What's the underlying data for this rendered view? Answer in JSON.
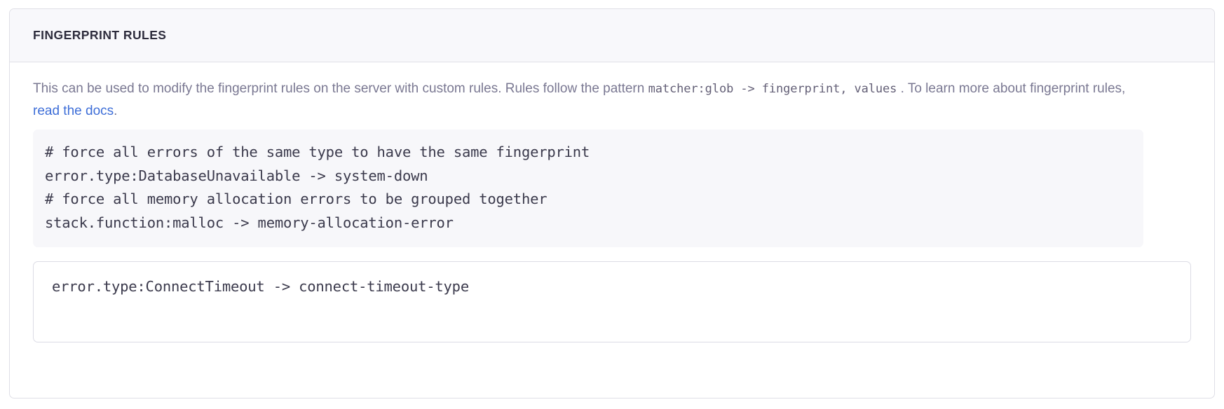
{
  "card": {
    "header": {
      "title": "Fingerprint Rules"
    },
    "description": {
      "part1": "This can be used to modify the fingerprint rules on the server with custom rules. Rules follow the pattern ",
      "code1": "matcher:glob -> fingerprint, values",
      "part2": " . To learn more about fingerprint rules, ",
      "link_label": "read the docs",
      "part3": "."
    },
    "example_code": "# force all errors of the same type to have the same fingerprint\nerror.type:DatabaseUnavailable -> system-down\n# force all memory allocation errors to be grouped together\nstack.function:malloc -> memory-allocation-error",
    "rules_input": {
      "value": "error.type:ConnectTimeout -> connect-timeout-type",
      "placeholder": ""
    }
  },
  "colors": {
    "card_border": "#dfdfe6",
    "header_bg": "#f8f8fb",
    "header_text": "#2e2d3d",
    "body_text": "#7a7892",
    "link": "#3f6fd8",
    "code_bg": "#f7f7fa",
    "code_text": "#3b3a4c"
  }
}
